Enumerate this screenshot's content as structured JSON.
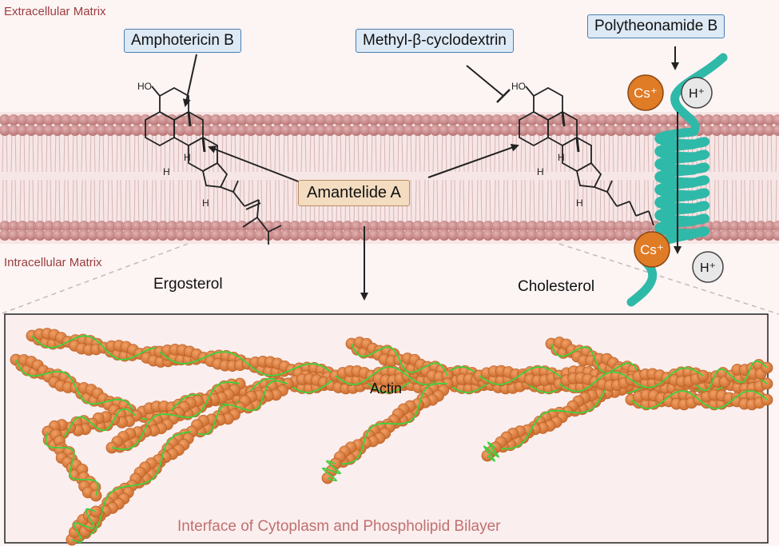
{
  "regions": {
    "extracellular": "Extracellular Matrix",
    "intracellular": "Intracellular Matrix"
  },
  "labels": {
    "amphotericin": "Amphotericin B",
    "methyl_cyclodextrin": "Methyl-β-cyclodextrin",
    "polytheonamide": "Polytheonamide B",
    "amantelide": "Amantelide A",
    "ergosterol": "Ergosterol",
    "cholesterol": "Cholesterol",
    "actin": "Actin",
    "interface": "Interface of Cytoplasm and Phospholipid Bilayer"
  },
  "ions": {
    "cesium": "Cs⁺",
    "proton": "H⁺"
  },
  "molecule_text": {
    "ho": "HO",
    "h": "H"
  },
  "colors": {
    "membrane_head": "#c98a8a",
    "membrane_band": "#f6e0e0",
    "actin": "#e0874a",
    "actin_wrap": "#3fd13f",
    "helix": "#2fb9a9",
    "cesium": "#e07b26",
    "blue_box": "#dde9f5",
    "tan_box": "#f3dcc0"
  }
}
